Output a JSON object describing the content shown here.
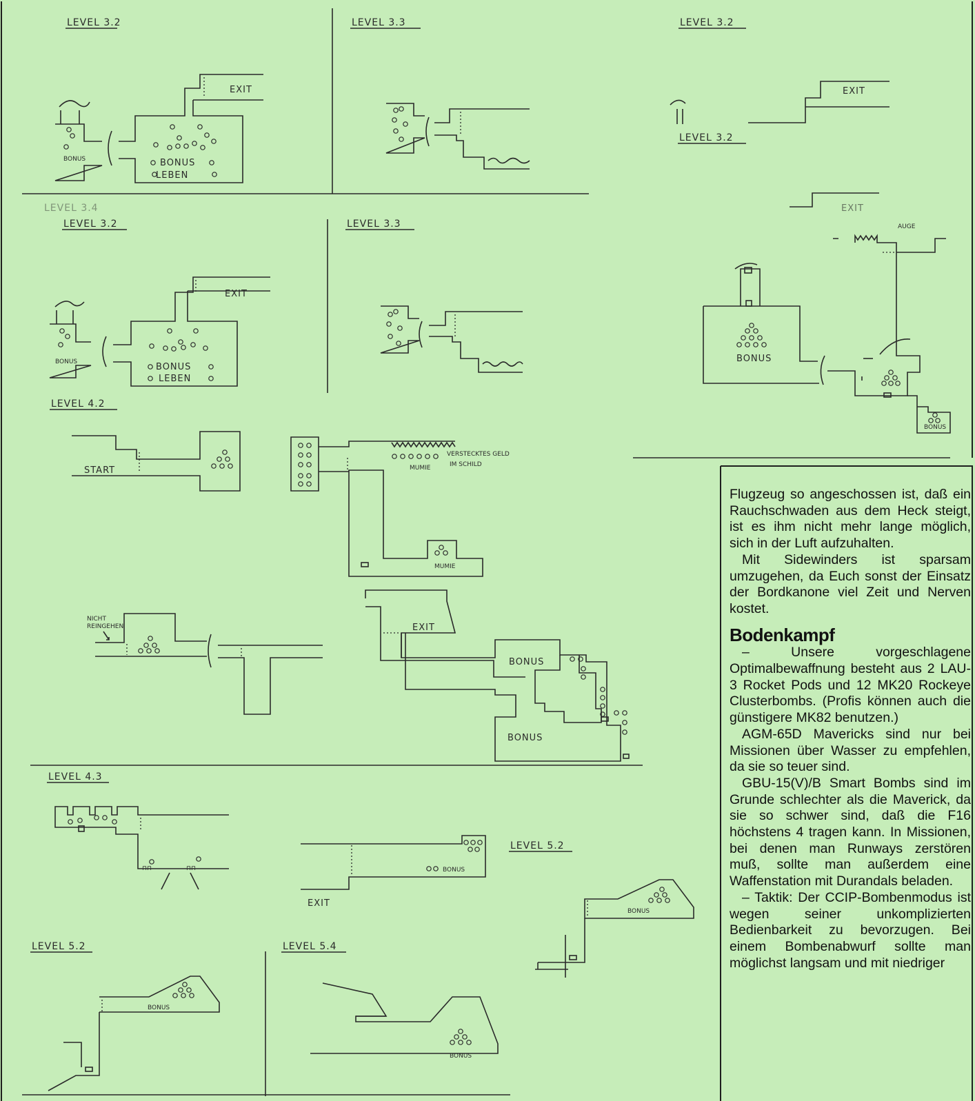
{
  "maps": {
    "labels": {
      "l32_a": "LEVEL 3.2",
      "l33_a": "LEVEL 3.3",
      "l32_r1": "LEVEL 3.2",
      "l32_r2": "LEVEL 3.2",
      "l34_ghost": "LEVEL 3.4",
      "l32_b": "LEVEL 3.2",
      "l33_b": "LEVEL 3.3",
      "l42": "LEVEL 4.2",
      "l43": "LEVEL 4.3",
      "l52_a": "LEVEL 5.2",
      "l52_b": "LEVEL 5.2",
      "l54": "LEVEL 5.4"
    },
    "notes": {
      "exit": "EXIT",
      "bonus": "BONUS",
      "leben": "LEBEN",
      "start": "START",
      "auge": "AUGE",
      "mumie": "MUMIE",
      "versteckt_1": "VERSTECKTES GELD",
      "versteckt_2": "IM SCHILD",
      "nicht_1": "NICHT",
      "nicht_2": "REINGEHEN",
      "bonus_lc": "Bonus"
    }
  },
  "article": {
    "p1": "Flugzeug so angeschossen ist, daß ein Rauchschwaden aus dem Heck steigt, ist es ihm nicht mehr lange möglich, sich in der Luft aufzuhalten.",
    "p2": "Mit Sidewinders ist sparsam umzugehen, da Euch sonst der Einsatz der Bordkanone viel Zeit und Nerven kostet.",
    "heading": "Bodenkampf",
    "p3": "– Unsere vorgeschlagene Optimalbewaffnung besteht aus 2 LAU-3 Rocket Pods und 12 MK20 Rockeye Clusterbombs. (Profis können auch die günstigere MK82 benutzen.)",
    "p4": "AGM-65D Mavericks sind nur bei Missionen über Wasser zu empfehlen, da sie so teuer sind.",
    "p5": "GBU-15(V)/B Smart Bombs sind im Grunde schlechter als die Maverick, da sie so schwer sind, daß die F16 höchstens 4 tragen kann. In Missionen, bei denen man Runways zerstören muß, sollte man außerdem eine Waffenstation mit Durandals beladen.",
    "p6": "– Taktik: Der CCIP-Bombenmodus ist wegen seiner unkomplizierten Bedienbarkeit zu bevorzugen. Bei einem Bombenabwurf sollte man möglichst langsam und mit niedriger"
  }
}
